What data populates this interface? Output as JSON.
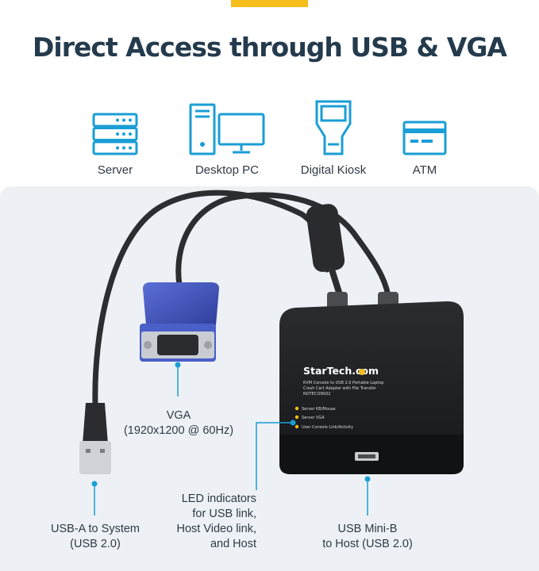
{
  "headline": "Direct Access through USB & VGA",
  "use_cases": [
    {
      "label": "Server",
      "icon": "server-icon"
    },
    {
      "label": "Desktop PC",
      "icon": "desktop-pc-icon"
    },
    {
      "label": "Digital Kiosk",
      "icon": "kiosk-icon"
    },
    {
      "label": "ATM",
      "icon": "atm-icon"
    }
  ],
  "device": {
    "brand": "StarTech.com",
    "description_lines": [
      "KVM Console to USB 2.0 Portable Laptop",
      "Crash Cart Adapter with File Transfer",
      "NOTECONS02"
    ],
    "leds": [
      "Server KB/Mouse",
      "Server VGA",
      "User Console Link/Activity"
    ]
  },
  "callouts": {
    "vga": {
      "line1": "VGA",
      "line2": "(1920x1200 @ 60Hz)"
    },
    "usb_a": {
      "line1": "USB-A to System",
      "line2": "(USB 2.0)"
    },
    "led": {
      "line1": "LED indicators",
      "line2": "for USB link,",
      "line3": "Host Video link,",
      "line4": "and Host"
    },
    "usb_mini": {
      "line1": "USB Mini-B",
      "line2": "to Host (USB 2.0)"
    }
  },
  "colors": {
    "accent_yellow": "#f6be1a",
    "icon_blue": "#1a9ed6",
    "headline": "#243a4d",
    "panel_bg": "#edf1f5",
    "vga_blue": "#4a5fc8"
  }
}
